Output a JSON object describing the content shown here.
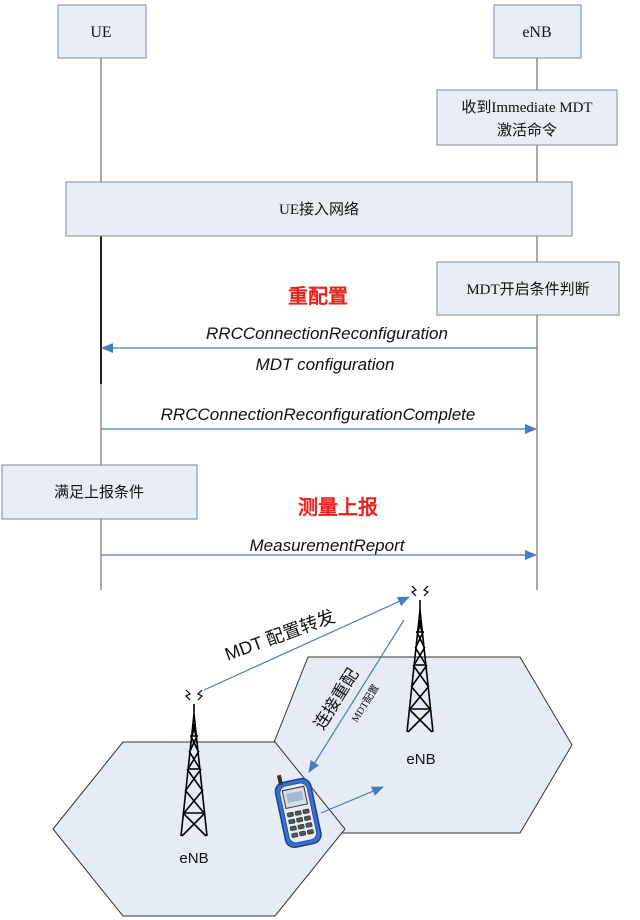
{
  "entities": {
    "ue": "UE",
    "enb": "eNB"
  },
  "boxes": {
    "immediate_mdt": [
      "收到Immediate MDT",
      "激活命令"
    ],
    "ue_access": "UE接入网络",
    "mdt_condition": "MDT开启条件判断",
    "report_condition": "满足上报条件"
  },
  "messages": {
    "reconfig_title": "重配置",
    "reconfig_line1": "RRCConnectionReconfiguration",
    "reconfig_line2": "MDT configuration",
    "reconfig_complete": "RRCConnectionReconfigurationComplete",
    "report_title": "测量上报",
    "measurement_report": "MeasurementReport"
  },
  "network": {
    "mdt_forward": "MDT 配置转发",
    "conn_reconfig": "连接重配",
    "mdt_config_small": "MDT配置",
    "enb_left": "eNB",
    "enb_right": "eNB"
  },
  "colors": {
    "box_fill": "#e9edf5",
    "box_stroke": "#7f8aa0",
    "arrow": "#4a7bbf",
    "title_red": "#e8231c",
    "hex_fill": "#e6ecf6"
  }
}
